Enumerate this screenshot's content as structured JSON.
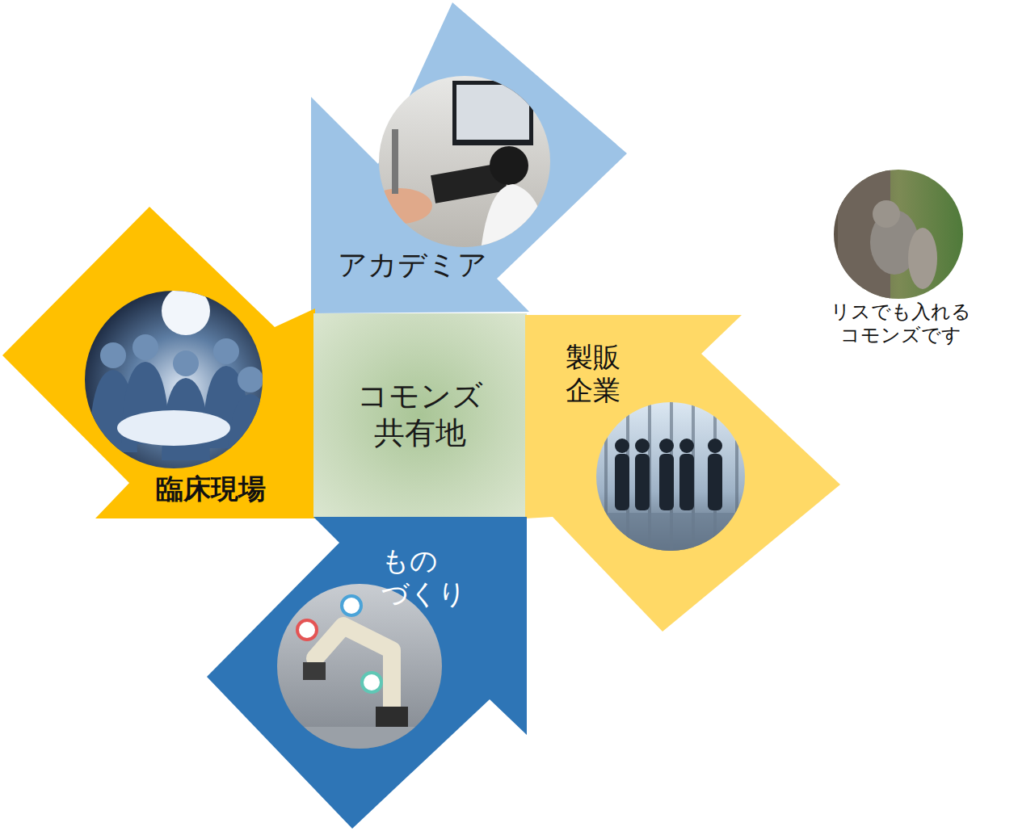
{
  "diagram": {
    "nodes": [
      {
        "text": [
          "アカデミア"
        ]
      },
      {
        "text": [
          "臨床現場"
        ]
      },
      {
        "text": [
          "コモンズ 共有地"
        ]
      },
      {
        "text": [
          "製販 企業"
        ]
      },
      {
        "text": [
          "もの づくり"
        ]
      },
      {
        "text": [
          "リスでも入れる コモンズです"
        ]
      }
    ]
  }
}
